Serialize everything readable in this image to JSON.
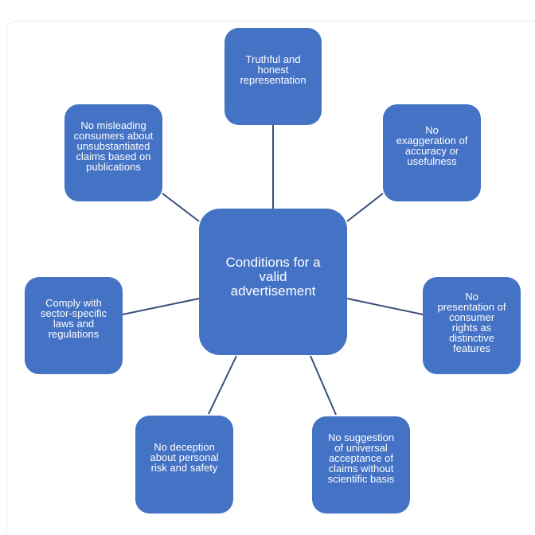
{
  "center": {
    "lines": [
      "Conditions for a",
      "valid",
      "advertisement"
    ]
  },
  "nodes": [
    {
      "id": "top",
      "lines": [
        "Truthful and",
        "honest",
        "representation"
      ]
    },
    {
      "id": "top-right",
      "lines": [
        "No",
        "exaggeration of",
        "accuracy or",
        "usefulness"
      ]
    },
    {
      "id": "right",
      "lines": [
        "No",
        "presentation of",
        "consumer",
        "rights as",
        "distinctive",
        "features"
      ]
    },
    {
      "id": "bottom-right",
      "lines": [
        "No suggestion",
        "of universal",
        "acceptance of",
        "claims without",
        "scientific basis"
      ]
    },
    {
      "id": "bottom-left",
      "lines": [
        "No deception",
        "about personal",
        "risk and safety"
      ]
    },
    {
      "id": "left",
      "lines": [
        "Comply with",
        "sector-specific",
        "laws and",
        "regulations"
      ]
    },
    {
      "id": "top-left",
      "lines": [
        "No misleading",
        "consumers about",
        "unsubstantiated",
        "claims based on",
        "publications"
      ]
    }
  ],
  "colors": {
    "box": "#4472c4",
    "line": "#3a4f7a"
  }
}
